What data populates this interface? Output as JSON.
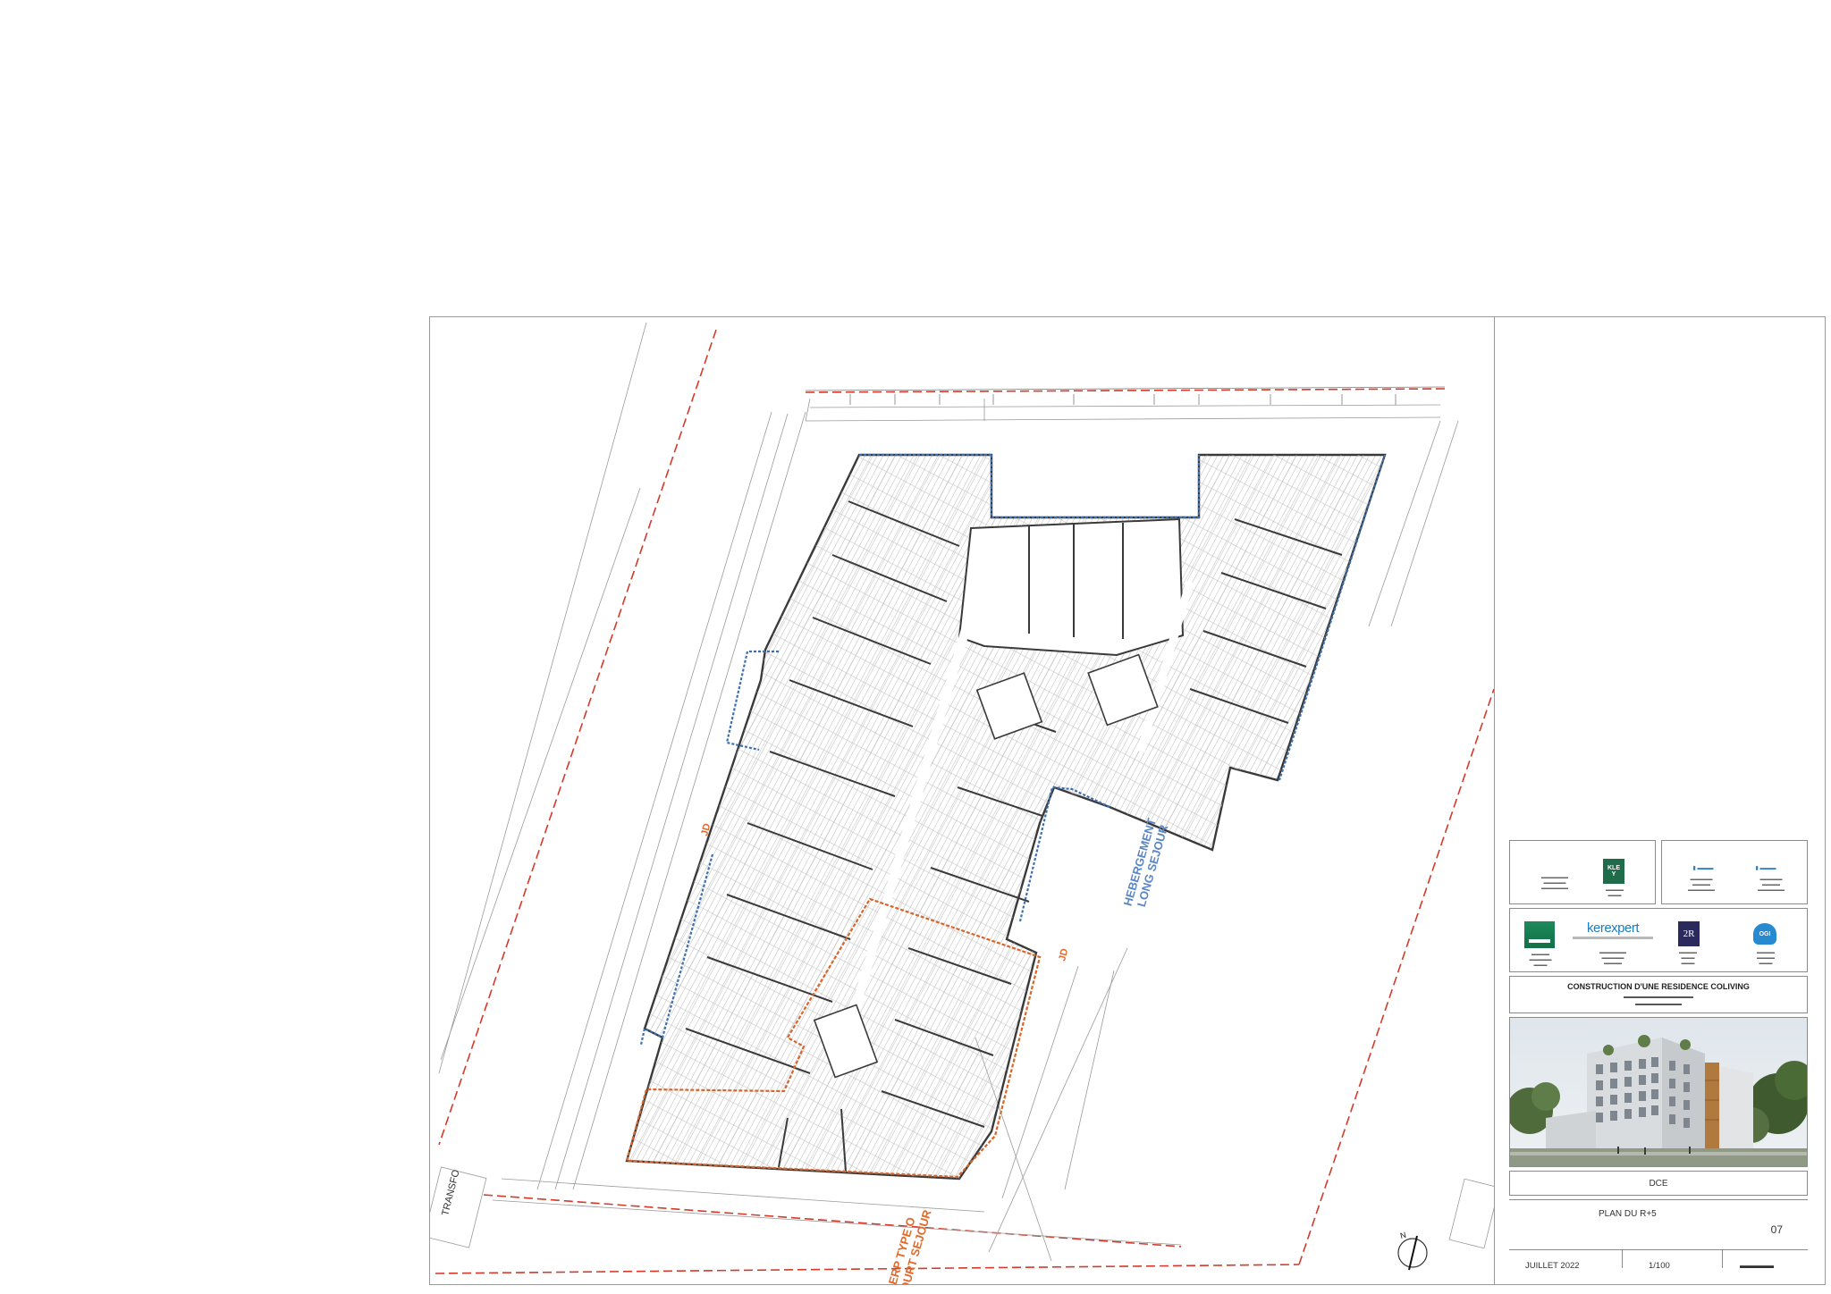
{
  "plan": {
    "labels": {
      "transfo": "TRANSFO",
      "long_stay": [
        "HEBERGEMENT",
        "LONG SEJOUR"
      ],
      "short_stay": [
        "ERP TYPE O",
        "COURT SEJOUR"
      ],
      "jd_marks": [
        "JD",
        "JD"
      ]
    },
    "north_label": "N"
  },
  "cartouche": {
    "kley_logo_text": "KLEY",
    "logos": {
      "kerexpert": {
        "text": "kerexpert"
      },
      "r2": {
        "text": "2R"
      },
      "ogi": {
        "text": "OGI"
      }
    },
    "project": {
      "title": "CONSTRUCTION D'UNE RESIDENCE COLIVING"
    },
    "phase": "DCE",
    "drawing_title": "PLAN DU R+5",
    "sheet_number": "07",
    "date": "JUILLET 2022",
    "scale": "1/100"
  },
  "colors": {
    "wall": "#3a3a3a",
    "red_dashed": "#d43a2a",
    "blue_dotted": "#3b6fb0",
    "orange_outline": "#d8652a",
    "long_stay_text": "#5b86c4",
    "short_stay_text": "#e06a2c",
    "hatch": "#9a9a9a"
  }
}
